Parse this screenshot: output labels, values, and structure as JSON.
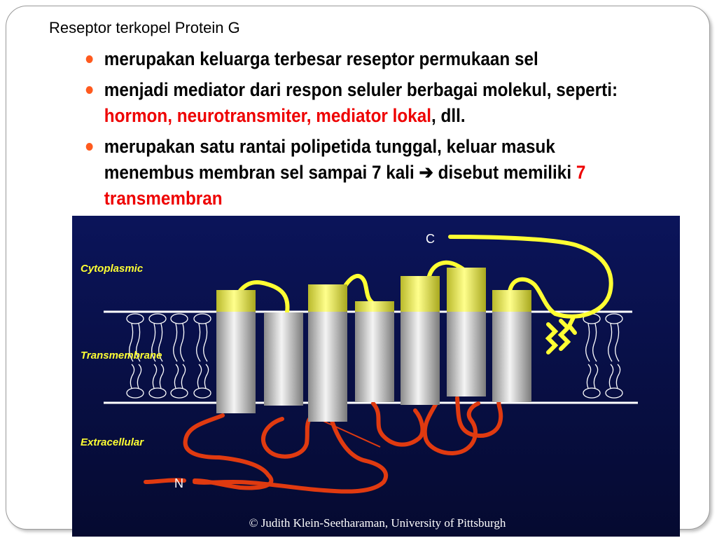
{
  "slide": {
    "title": "Reseptor terkopel Protein G",
    "bullets": [
      {
        "text": "merupakan keluarga terbesar reseptor permukaan sel"
      },
      {
        "text_pre": "menjadi mediator dari respon seluler berbagai molekul, seperti: ",
        "text_red": "hormon, neurotransmiter, mediator lokal",
        "text_post": ", dll."
      },
      {
        "text_pre": "merupakan satu rantai polipetida tunggal, keluar masuk menembus membran sel sampai 7 kali ",
        "arrow": "➔",
        "text_mid": " disebut memiliki ",
        "text_red": "7 transmembran"
      }
    ],
    "bullet_color": "#ff5a1e",
    "highlight_color": "#ee0000"
  },
  "figure": {
    "labels": {
      "cytoplasmic": "Cytoplasmic",
      "transmembrane": "Transmembrane",
      "extracellular": "Extracellular",
      "c_terminus": "C",
      "n_terminus": "N"
    },
    "credit": "© Judith Klein-Seetharaman, University of Pittsburgh",
    "colors": {
      "background": "#0a0f4a",
      "label_yellow": "#ffff33",
      "loop_yellow": "#ffff33",
      "loop_red": "#e03a10"
    }
  }
}
